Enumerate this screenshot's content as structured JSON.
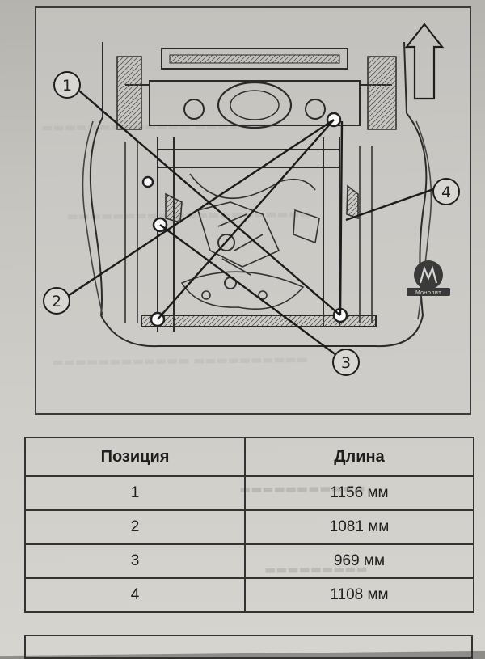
{
  "figure": {
    "callouts": [
      {
        "number": "1"
      },
      {
        "number": "2"
      },
      {
        "number": "3"
      },
      {
        "number": "4"
      }
    ],
    "logo_text": "Монолит",
    "direction_arrow": "up-arrow-icon"
  },
  "table": {
    "headers": [
      "Позиция",
      "Длина"
    ],
    "rows": [
      {
        "position": "1",
        "length": "1156 мм"
      },
      {
        "position": "2",
        "length": "1081 мм"
      },
      {
        "position": "3",
        "length": "969 мм"
      },
      {
        "position": "4",
        "length": "1108 мм"
      }
    ]
  }
}
